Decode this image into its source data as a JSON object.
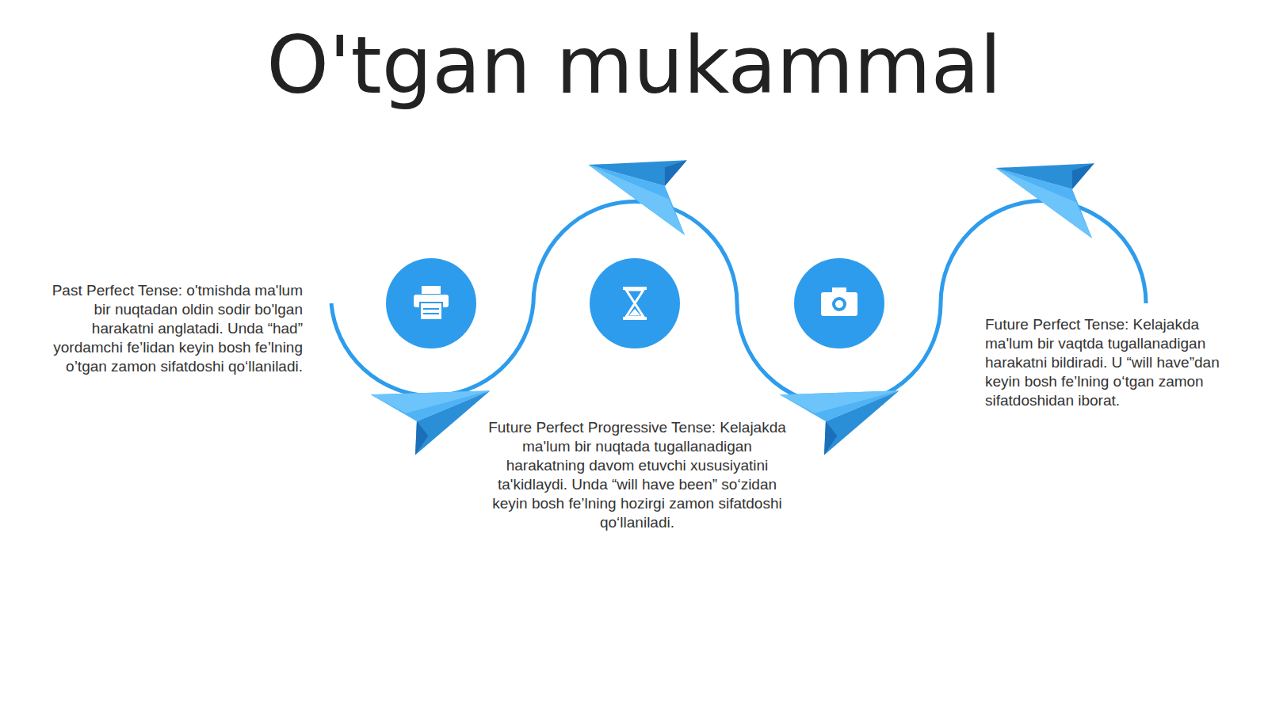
{
  "diagram": {
    "title": "O'tgan mukammal",
    "labels": [
      "Past Perfect Tense: o'tmishda ma'lum bir nuqtadan oldin sodir bo'lgan harakatni anglatadi. Unda “had” yordamchi fe’lidan keyin bosh fe’lning o’tgan zamon sifatdoshi qo‘llaniladi.",
      "Future Perfect Progressive Tense: Kelajakda ma'lum bir nuqtada tugallanadigan harakatning davom etuvchi xususiyatini ta'kidlaydi. Unda “will have been” so‘zidan keyin bosh fe’lning hozirgi zamon sifatdoshi qo‘llaniladi.",
      "Future Perfect Tense: Kelajakda ma'lum bir vaqtda tugallanadigan harakatni bildiradi. U “will have”dan keyin bosh fe’lning o‘tgan zamon sifatdoshidan iborat."
    ]
  }
}
